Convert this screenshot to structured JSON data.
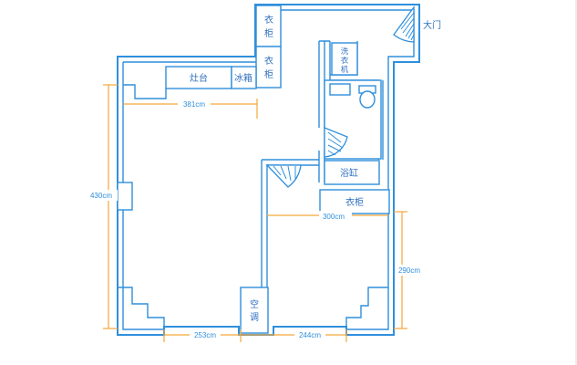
{
  "rooms": {
    "wardrobe_top_1": [
      "衣",
      "柜"
    ],
    "wardrobe_top_2": [
      "衣",
      "柜"
    ],
    "stove": "灶台",
    "fridge": "冰箱",
    "washer": [
      "洗",
      "衣",
      "机"
    ],
    "main_door": "大门",
    "bathtub": "浴缸",
    "wardrobe_bottom": "衣柜",
    "aircon": [
      "空",
      "调"
    ]
  },
  "dimensions": {
    "top_width": "381cm",
    "left_height": "430cm",
    "inner_width": "300cm",
    "right_height": "290cm",
    "bottom_left": "253cm",
    "bottom_right": "244cm"
  },
  "colors": {
    "wall": "#2f8fdc",
    "dimension_line": "#f3a63b",
    "text": "#2f6fbf"
  }
}
